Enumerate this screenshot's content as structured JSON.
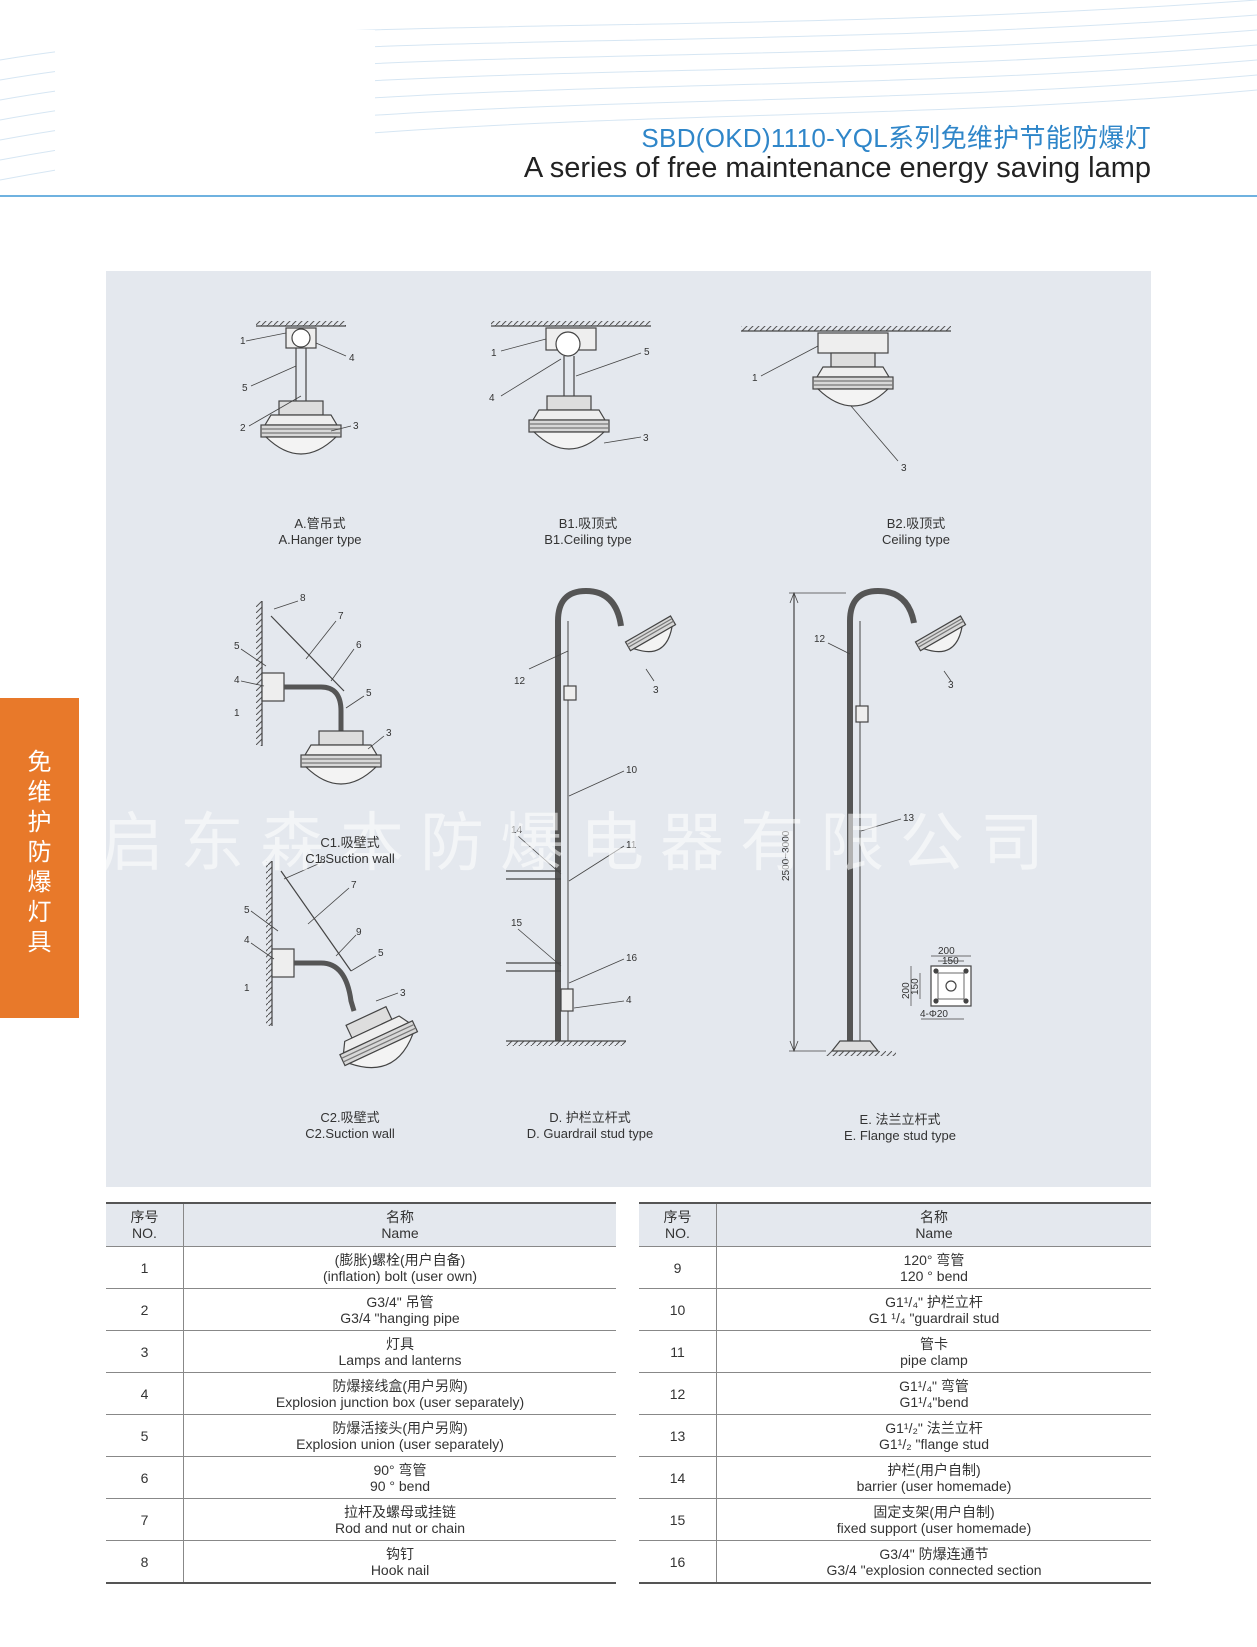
{
  "header": {
    "title_cn": "SBD(OKD)1110-YQL系列免维护节能防爆灯",
    "title_en": "A series of free maintenance energy saving lamp"
  },
  "side_tab": [
    "免",
    "维",
    "护",
    "防",
    "爆",
    "灯",
    "具"
  ],
  "watermark": "启东森本防爆电器有限公司",
  "colors": {
    "accent_blue": "#2f86c9",
    "side_tab": "#e8792a",
    "panel": "#e4e8ee"
  },
  "diagrams": {
    "A": {
      "cn": "A.管吊式",
      "en": "A.Hanger type",
      "callouts": [
        "1",
        "4",
        "5",
        "2",
        "3"
      ]
    },
    "B1": {
      "cn": "B1.吸顶式",
      "en": "B1.Ceiling type",
      "callouts": [
        "1",
        "5",
        "4",
        "3"
      ]
    },
    "B2": {
      "cn": "B2.吸顶式",
      "en": "Ceiling type",
      "callouts": [
        "1",
        "3"
      ]
    },
    "C1": {
      "cn": "C1.吸壁式",
      "en": "C1.Suction wall",
      "callouts": [
        "8",
        "7",
        "5",
        "6",
        "4",
        "5",
        "1",
        "3"
      ]
    },
    "C2": {
      "cn": "C2.吸壁式",
      "en": "C2.Suction wall",
      "callouts": [
        "8",
        "7",
        "5",
        "4",
        "9",
        "5",
        "1",
        "3"
      ]
    },
    "D": {
      "cn": "D. 护栏立杆式",
      "en": "D. Guardrail stud type",
      "callouts": [
        "12",
        "3",
        "10",
        "14",
        "11",
        "15",
        "16",
        "4"
      ]
    },
    "E": {
      "cn": "E. 法兰立杆式",
      "en": "E. Flange stud type",
      "callouts": [
        "12",
        "3",
        "13"
      ],
      "dimensions": {
        "height": "2500~3000",
        "outer": "200",
        "inner": "150",
        "holes": "4-Φ20"
      }
    }
  },
  "table_headers": {
    "no_cn": "序号",
    "no_en": "NO.",
    "name_cn": "名称",
    "name_en": "Name"
  },
  "parts_left": [
    {
      "no": "1",
      "cn": "(膨胀)螺栓(用户自备)",
      "en": "(inflation) bolt (user own)"
    },
    {
      "no": "2",
      "cn": "G3/4\" 吊管",
      "en": "G3/4 \"hanging pipe"
    },
    {
      "no": "3",
      "cn": "灯具",
      "en": "Lamps and lanterns"
    },
    {
      "no": "4",
      "cn": "防爆接线盒(用户另购)",
      "en": "Explosion junction box (user separately)"
    },
    {
      "no": "5",
      "cn": "防爆活接头(用户另购)",
      "en": "Explosion union (user separately)"
    },
    {
      "no": "6",
      "cn": "90°  弯管",
      "en": "90 °   bend"
    },
    {
      "no": "7",
      "cn": "拉杆及螺母或挂链",
      "en": "Rod and nut or chain"
    },
    {
      "no": "8",
      "cn": "钩钉",
      "en": "Hook nail"
    }
  ],
  "parts_right": [
    {
      "no": "9",
      "cn": "120°  弯管",
      "en": "120 °   bend"
    },
    {
      "no": "10",
      "cn": "G1¹/₄\" 护栏立杆",
      "en": "G1 ¹/₄ \"guardrail stud"
    },
    {
      "no": "11",
      "cn": "管卡",
      "en": "pipe clamp"
    },
    {
      "no": "12",
      "cn": "G1¹/₄\" 弯管",
      "en": "G1¹/₄\"bend"
    },
    {
      "no": "13",
      "cn": "G1¹/₂\" 法兰立杆",
      "en": "G1¹/₂ \"flange stud"
    },
    {
      "no": "14",
      "cn": "护栏(用户自制)",
      "en": "barrier (user homemade)"
    },
    {
      "no": "15",
      "cn": "固定支架(用户自制)",
      "en": "fixed support (user homemade)"
    },
    {
      "no": "16",
      "cn": "G3/4\" 防爆连通节",
      "en": "G3/4 \"explosion connected section"
    }
  ]
}
